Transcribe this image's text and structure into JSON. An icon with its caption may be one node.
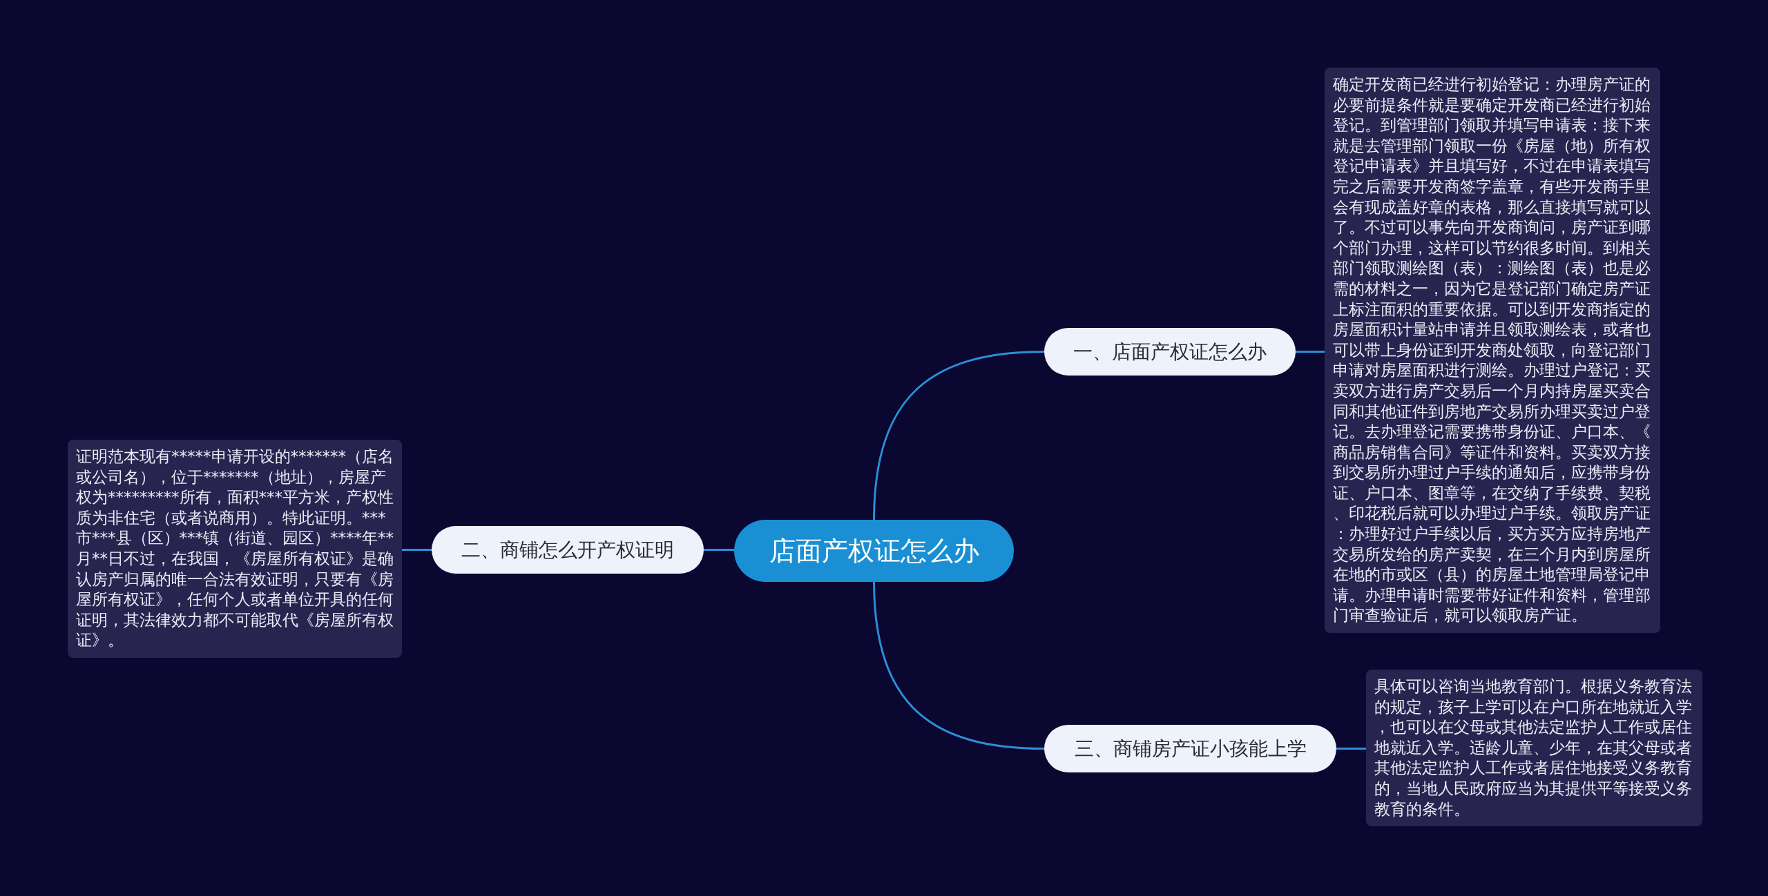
{
  "diagram": {
    "nodes": [
      {
        "text": [
          "店面产权证怎么办"
        ]
      },
      {
        "text": [
          "一、店面产权证怎么办"
        ]
      },
      {
        "text": [
          "确定开发商已经进行初始登记：办理房产证的必要前提条件就是要确定开发商已经进行初始登记。到管理部门领取并填写申请表：接下来就是去管理部门领取一份《房屋（地）所有权登记申请表》并且填写好，不过在申请表填写完之后需要开发商签字盖章，有些开发商手里会有现成盖好章的表格，那么直接填写就可以了。不过可以事先向开发商询问，房产证到哪个部门办理，这样可以节约很多时间。到相关部门领取测绘图（表）：测绘图（表）也是必需的材料之一，因为它是登记部门确定房产证上标注面积的重要依据。可以到开发商指定的房屋面积计量站申请并且领取测绘表，或者也可以带上身份证到开发商处领取，向登记部门申请对房屋面积进行测绘。办理过户登记：买卖双方进行房产交易后一个月内持房屋买卖合同和其他证件到房地产交易所办理买卖过户登记。去办理登记需要携带身份证、户口本、《商品房销售合同》等证件和资料。买卖双方接到交易所办理过户手续的通知后，应携带身份证、户口本、图章等，在交纳了手续费、契税、印花税后就可以办理过户手续。领取房产证：办理好过户手续以后，买方买方应持房地产交易所发给的房产卖契，在三个月内到房屋所在地的市或区（县）的房屋土地管理局登记申请。办理申请时需要带好证件和资料，管理部门审查验证后，就可以领取房产证。"
        ]
      },
      {
        "text": [
          "二、商铺怎么开产权证明"
        ]
      },
      {
        "text": [
          "证明范本现有*****申请开设的*******（店名或公司名），位于*******（地址），房屋产权为*********所有，面积***平方米，产权性质为非住宅（或者说商用）。特此证明。***市***县（区）***镇（街道、园区）****年**月**日不过，在我国，《房屋所有权证》是确认房产归属的唯一合法有效证明，只要有《房屋所有权证》，任何个人或者单位开具的任何证明，其法律效力都不可能取代《房屋所有权证》。"
        ]
      },
      {
        "text": [
          "三、商铺房产证小孩能上学"
        ]
      },
      {
        "text": [
          "具体可以咨询当地教育部门。根据义务教育法的规定，孩子上学可以在户口所在地就近入学，也可以在父母或其他法定监护人工作或居住地就近入学。适龄儿童、少年，在其父母或者其他法定监护人工作或者居住地接受义务教育的，当地人民政府应当为其提供平等接受义务教育的条件。"
        ]
      }
    ],
    "edges": [
      {
        "from": 0,
        "to": 1,
        "arrow": "none"
      },
      {
        "from": 1,
        "to": 2,
        "arrow": "none"
      },
      {
        "from": 0,
        "to": 3,
        "arrow": "none"
      },
      {
        "from": 3,
        "to": 4,
        "arrow": "none"
      },
      {
        "from": 0,
        "to": 5,
        "arrow": "none"
      },
      {
        "from": 5,
        "to": 6,
        "arrow": "none"
      }
    ]
  }
}
